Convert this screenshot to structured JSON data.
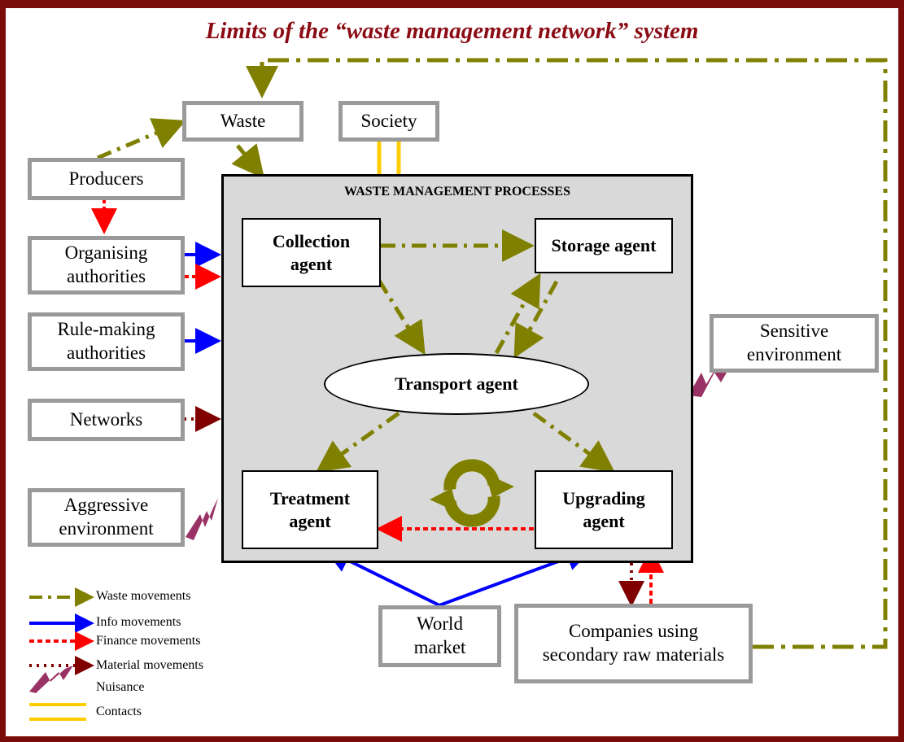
{
  "title": "Limits of the “waste management network” system",
  "colors": {
    "frame": "#7a0c0c",
    "title": "#8b0b14",
    "waste": "#808000",
    "info": "#0000ff",
    "finance": "#ff0000",
    "material": "#800000",
    "nuisance": "#993366",
    "contacts": "#ffcc00",
    "box_border": "#9a9a9a",
    "processes_fill": "#d9d9d9"
  },
  "external": {
    "waste": "Waste",
    "society": "Society",
    "producers": "Producers",
    "organising": "Organising authorities",
    "rule_making": "Rule-making authorities",
    "networks": "Networks",
    "aggressive": "Aggressive environment",
    "sensitive": "Sensitive environment",
    "world_market": "World market",
    "companies": "Companies using secondary raw materials"
  },
  "processes": {
    "title": "WASTE MANAGEMENT PROCESSES",
    "collection": "Collection agent",
    "storage": "Storage agent",
    "transport": "Transport agent",
    "treatment": "Treatment agent",
    "upgrading": "Upgrading agent"
  },
  "legend": {
    "waste": "Waste movements",
    "info": "Info movements",
    "finance": "Finance movements",
    "material": "Material movements",
    "nuisance": "Nuisance",
    "contacts": "Contacts"
  },
  "icons": {
    "cycle": "recycle-arrows-icon",
    "nuisance": "lightning-bolt-icon"
  }
}
